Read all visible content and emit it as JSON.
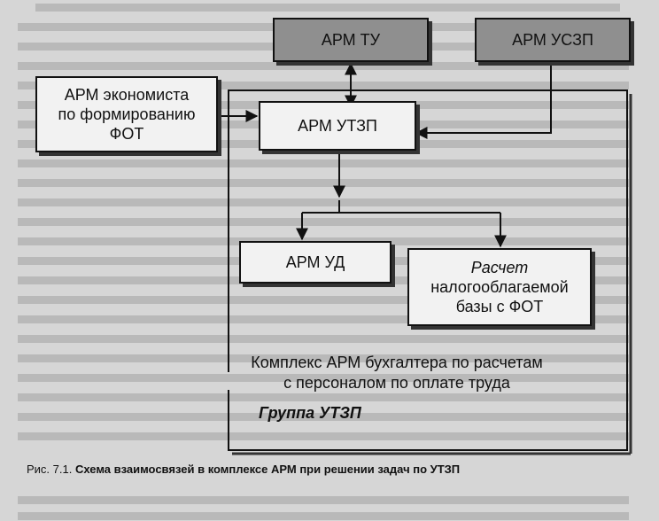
{
  "diagram": {
    "boxes": {
      "arm_tu": "АРМ ТУ",
      "arm_uszp": "АРМ УСЗП",
      "arm_economist": [
        "АРМ экономиста",
        "по формированию",
        "ФОТ"
      ],
      "arm_utzp": "АРМ УТЗП",
      "arm_ud": "АРМ УД",
      "tax_base": [
        "Расчет",
        "налогооблагаемой",
        "базы с ФОТ"
      ]
    },
    "complex_label": [
      "Комплекс АРМ бухгалтера по расчетам",
      "с персоналом по оплате труда"
    ],
    "group_label": "Группа УТЗП"
  },
  "caption": {
    "prefix": "Рис. 7.1.",
    "text": "Схема взаимосвязей в комплексе АРМ при решении задач по УТЗП"
  }
}
